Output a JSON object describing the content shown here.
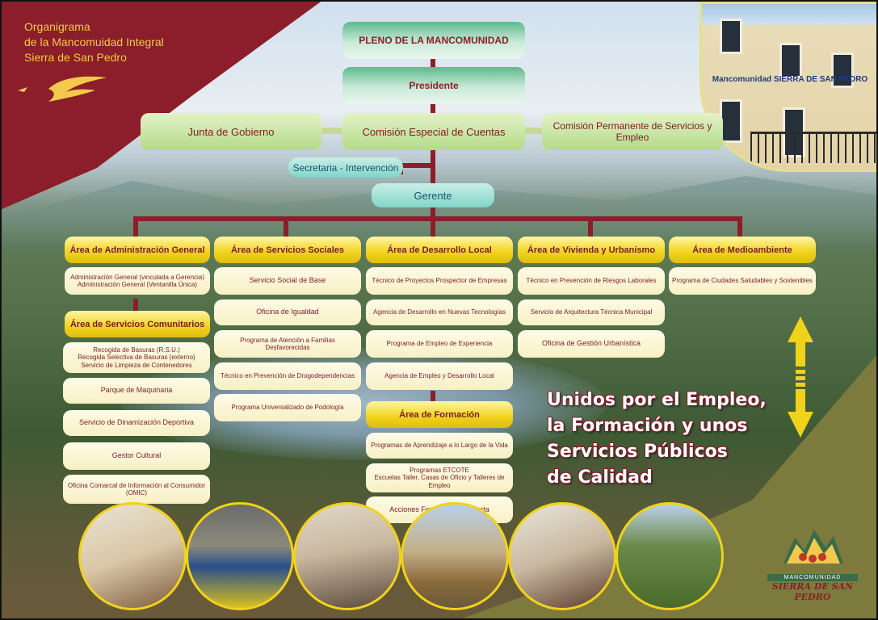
{
  "header": {
    "title_line1": "Organigrama",
    "title_line2": "de la Mancomuidad Integral",
    "title_line3": "Sierra de San Pedro"
  },
  "building": {
    "sign": "Mancomunidad SIERRA DE SAN PEDRO"
  },
  "chart": {
    "pleno": "PLENO DE LA MANCOMUNIDAD",
    "presidente": "Presidente",
    "junta": "Junta de Gobierno",
    "comision_cuentas": "Comisión Especial de Cuentas",
    "comision_permanente": "Comisión Permanente de Servicios y Empleo",
    "secretaria": "Secretaria - Intervención",
    "gerente": "Gerente"
  },
  "areas": {
    "admin": {
      "title": "Área de Administración General",
      "items": [
        "Administración General (vinculada a Gerencia)\nAdministración General (Ventanilla Única)"
      ]
    },
    "comunitarios": {
      "title": "Área de Servicios Comunitarios",
      "items": [
        "Recogida de Basuras (R.S.U.)\nRecogida Selectiva de Basuras (externo)\nServicio de Limpieza de Contenedores",
        "Parque de Maquinaria",
        "Servicio de Dinamización Deportiva",
        "Gestor Cultural",
        "Oficina Comarcal de Información al Consumidor\n(OMIC)"
      ]
    },
    "sociales": {
      "title": "Área de Servicios Sociales",
      "items": [
        "Servicio Social de Base",
        "Oficina de Igualdad",
        "Programa de Atención a Familias Desfavorecidas",
        "Técnico en Prevención de Drogodependencias",
        "Programa Universalizado de Podología"
      ]
    },
    "desarrollo": {
      "title": "Área de Desarrollo Local",
      "items": [
        "Técnico de Proyectos Prospector de Empresas",
        "Agencia de Desarrollo en Nuevas Tecnologías",
        "Programa de Empleo de Experiencia",
        "Agencia de Empleo y Desarrollo Local"
      ]
    },
    "formacion": {
      "title": "Área de Formación",
      "items": [
        "Programas de Aprendizaje a lo Largo de la Vida",
        "Programas ETCOTE\nEscuelas Taller, Casas de Oficio y Talleres de Empleo",
        "Acciones Formativas de Oferta"
      ]
    },
    "vivienda": {
      "title": "Área de Vivienda y Urbanismo",
      "items": [
        "Técnico en Prevención de Riesgos Laborales",
        "Servicio de Arquitectura Técnica Municipal",
        "Oficina de Gestión Urbanística"
      ]
    },
    "medioambiente": {
      "title": "Área de Medioambiente",
      "items": [
        "Programa de Ciudades Saludables y Sostenibles"
      ]
    }
  },
  "slogan": {
    "line1": "Unidos por el Empleo,",
    "line2": "la Formación y unos",
    "line3": "Servicios Públicos",
    "line4": "de Calidad"
  },
  "logo": {
    "top": "MANCOMUNIDAD",
    "bottom": "SIERRA DE SAN PEDRO"
  },
  "colors": {
    "brand_red": "#8b1e2a",
    "area_yellow": "#f1d21b",
    "olive": "#7d7a3e"
  }
}
